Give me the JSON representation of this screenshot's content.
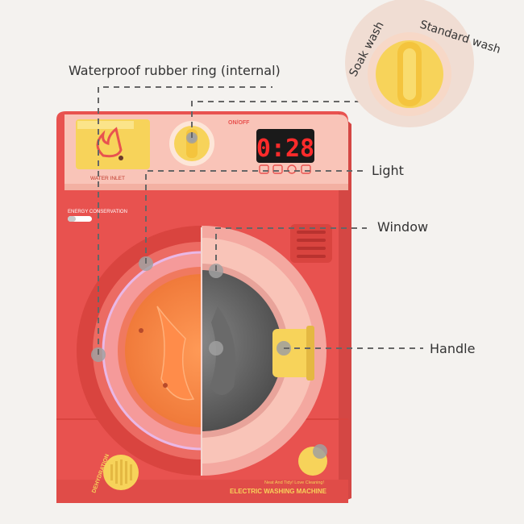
{
  "callouts": {
    "rubber_ring": "Waterproof rubber ring (internal)",
    "light": "Light",
    "window": "Window",
    "handle": "Handle"
  },
  "knob_inset": {
    "soak": "Soak wash",
    "standard": "Standard wash"
  },
  "machine": {
    "water_inlet": "WATER INLET",
    "on_off": "ON/OFF",
    "display": "0:28",
    "energy": "ENERGY CONSERVATION",
    "dehydration": "DEHYDRATION",
    "slogan": "Neat And Tidy! Love Cleaning!",
    "brand": "ELECTRIC WASHING MACHINE"
  },
  "colors": {
    "body": "#e8524f",
    "top_panel": "#f9c4b8",
    "yellow": "#f7d35a",
    "display_bg": "#1a1a1a",
    "display_digits": "#ff2b2b",
    "callout_line": "#666666",
    "marker": "#9a9a9a"
  },
  "icons": [
    "flame-icon",
    "wash-mode-icons",
    "rotate-icon"
  ]
}
